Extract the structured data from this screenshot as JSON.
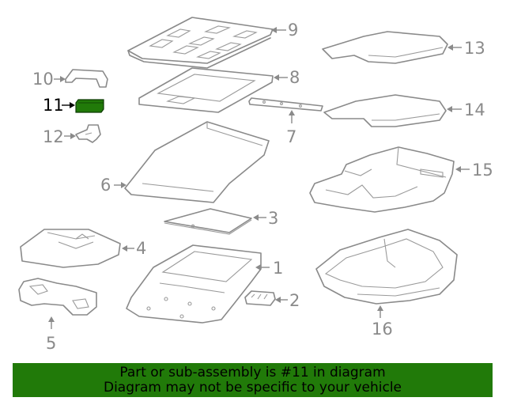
{
  "colors": {
    "line": "#8a8a8a",
    "highlight_part": "#217a09",
    "banner_background": "#217a09",
    "banner_text": "#000000"
  },
  "callouts": {
    "c1": "1",
    "c2": "2",
    "c3": "3",
    "c4": "4",
    "c5": "5",
    "c6": "6",
    "c7": "7",
    "c8": "8",
    "c9": "9",
    "c10": "10",
    "c11": "11",
    "c12": "12",
    "c13": "13",
    "c14": "14",
    "c15": "15",
    "c16": "16"
  },
  "highlighted_callout": "11",
  "banner": {
    "line1": "Part or sub-assembly is #11 in diagram",
    "line2": "Diagram may not be specific to your vehicle"
  }
}
